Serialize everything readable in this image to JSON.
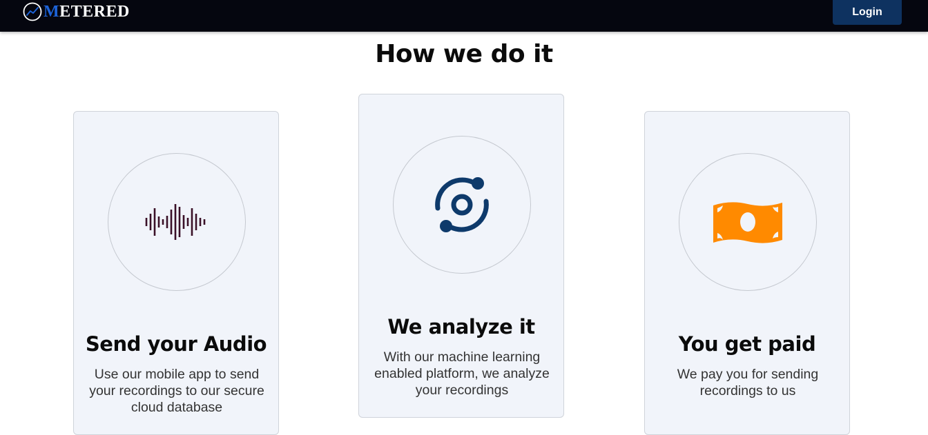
{
  "navbar": {
    "brand_first_letter": "M",
    "brand_rest": "ETERED",
    "brand_icon": "trend-chart-icon",
    "login_label": "Login",
    "colors": {
      "background": "#05060f",
      "brand_accent": "#1d63d8",
      "login_bg": "#0e3260"
    }
  },
  "section": {
    "title": "How we do it"
  },
  "steps": [
    {
      "icon": "sound-wave-icon",
      "icon_color": "#3a1027",
      "title": "Send your Audio",
      "description": "Use our mobile app to send your recordings to our secure cloud database"
    },
    {
      "icon": "analyze-orbit-icon",
      "icon_color": "#0e3a6b",
      "title": "We analyze it",
      "description": "With our machine learning enabled platform, we analyze your recordings"
    },
    {
      "icon": "money-bill-icon",
      "icon_color": "#ff8a00",
      "title": "You get paid",
      "description": "We pay you for sending recordings to us"
    }
  ]
}
